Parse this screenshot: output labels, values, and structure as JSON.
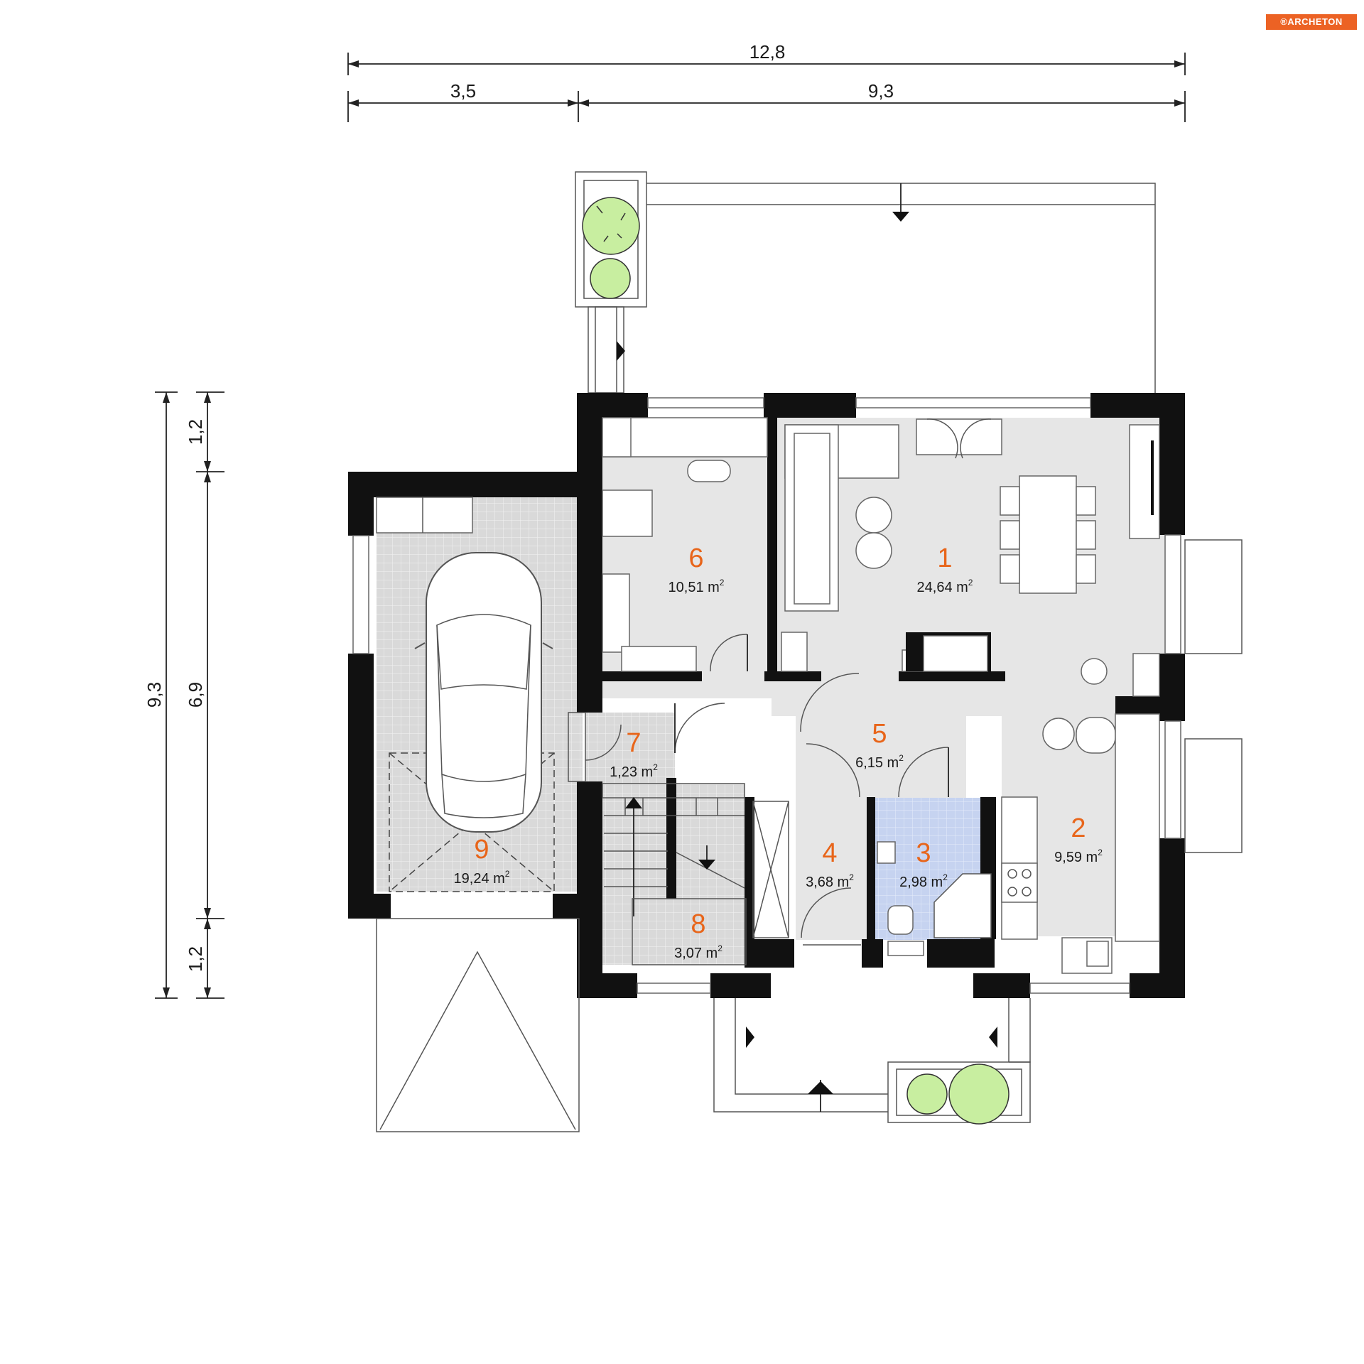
{
  "brand": {
    "logo_text": "®ARCHETON",
    "color": "#ec6224"
  },
  "dimensions": {
    "top_total": "12,8",
    "top_left": "3,5",
    "top_right": "9,3",
    "left_total": "9,3",
    "left_top": "1,2",
    "left_middle": "6,9",
    "left_bottom": "1,2"
  },
  "rooms": [
    {
      "number": "1",
      "area": "24,64 m",
      "unit_sup": "2"
    },
    {
      "number": "2",
      "area": "9,59 m",
      "unit_sup": "2"
    },
    {
      "number": "3",
      "area": "2,98 m",
      "unit_sup": "2"
    },
    {
      "number": "4",
      "area": "3,68 m",
      "unit_sup": "2"
    },
    {
      "number": "5",
      "area": "6,15 m",
      "unit_sup": "2"
    },
    {
      "number": "6",
      "area": "10,51 m",
      "unit_sup": "2"
    },
    {
      "number": "7",
      "area": "1,23 m",
      "unit_sup": "2"
    },
    {
      "number": "8",
      "area": "3,07 m",
      "unit_sup": "2"
    },
    {
      "number": "9",
      "area": "19,24 m",
      "unit_sup": "2"
    }
  ],
  "colors": {
    "room_number": "#e8651a",
    "floor": "#e6e6e6",
    "bathroom": "#c9d6f2",
    "garden": "#c8eea0",
    "wall": "#111111"
  }
}
